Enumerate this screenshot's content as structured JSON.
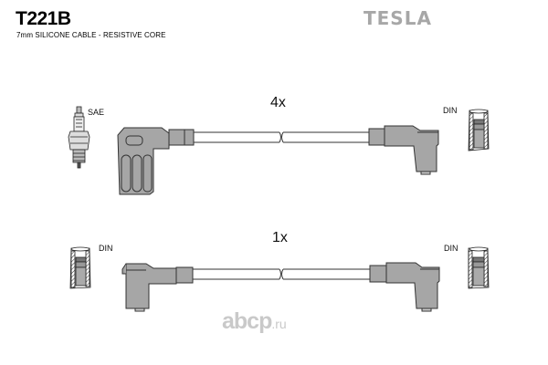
{
  "header": {
    "part_number": "T221B",
    "description": "7mm SILICONE CABLE - RESISTIVE CORE",
    "brand": "TESLA"
  },
  "cable_sets": [
    {
      "quantity_label": "4x",
      "end_a": {
        "type": "spark-plug",
        "connector_label": "SAE"
      },
      "end_b": {
        "type": "distributor",
        "connector_label": "DIN"
      }
    },
    {
      "quantity_label": "1x",
      "end_a": {
        "type": "distributor",
        "connector_label": "DIN"
      },
      "end_b": {
        "type": "distributor",
        "connector_label": "DIN"
      }
    }
  ],
  "watermark": {
    "text": "abcp",
    "suffix": ".ru"
  },
  "colors": {
    "boot_fill": "#a6a6a6",
    "boot_stroke": "#303030",
    "brand": "#a7a7a7",
    "watermark": "#c9c9c9"
  }
}
